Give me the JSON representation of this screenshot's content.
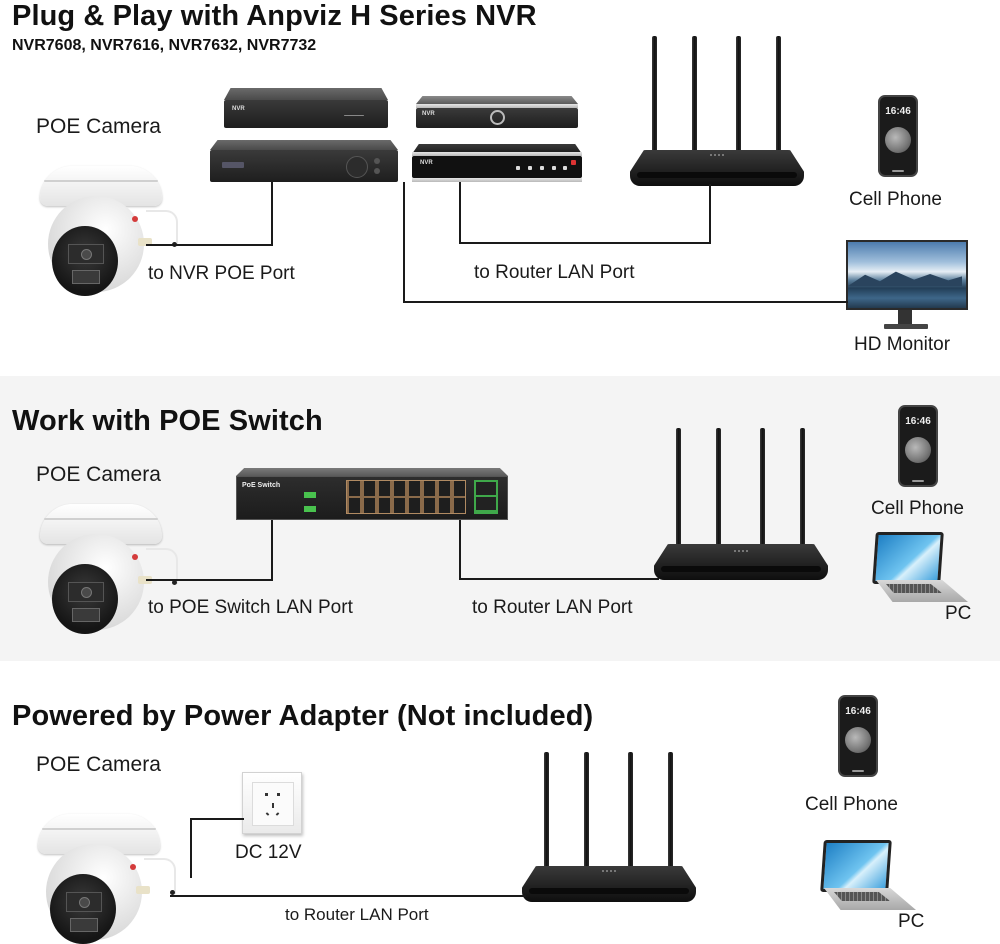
{
  "sections": [
    {
      "title": "Plug & Play with Anpviz H Series NVR",
      "subtitle": "NVR7608, NVR7616, NVR7632, NVR7732",
      "camera_label": "POE Camera",
      "camera_link_label": "to NVR POE Port",
      "router_link_label": "to Router LAN Port",
      "devices": [
        {
          "label": "Cell Phone",
          "icon": "smartphone-icon",
          "screen_time": "16:46"
        },
        {
          "label": "HD Monitor",
          "icon": "monitor-icon"
        }
      ],
      "nvr_badge": "NVR"
    },
    {
      "title": "Work with POE Switch",
      "camera_label": "POE Camera",
      "camera_link_label": "to POE Switch LAN Port",
      "router_link_label": "to Router LAN Port",
      "switch_name": "PoE Switch",
      "devices": [
        {
          "label": "Cell Phone",
          "icon": "smartphone-icon",
          "screen_time": "16:46"
        },
        {
          "label": "PC",
          "icon": "laptop-icon"
        }
      ]
    },
    {
      "title": "Powered by Power Adapter (Not included)",
      "camera_label": "POE Camera",
      "power_label": "DC 12V",
      "router_link_label": "to Router LAN Port",
      "devices": [
        {
          "label": "Cell Phone",
          "icon": "smartphone-icon",
          "screen_time": "16:46"
        },
        {
          "label": "PC",
          "icon": "laptop-icon"
        }
      ]
    }
  ],
  "colors": {
    "band_gray": "#f4f4f4",
    "wire": "#1a1a1a",
    "switch_led": "#49c24e"
  }
}
